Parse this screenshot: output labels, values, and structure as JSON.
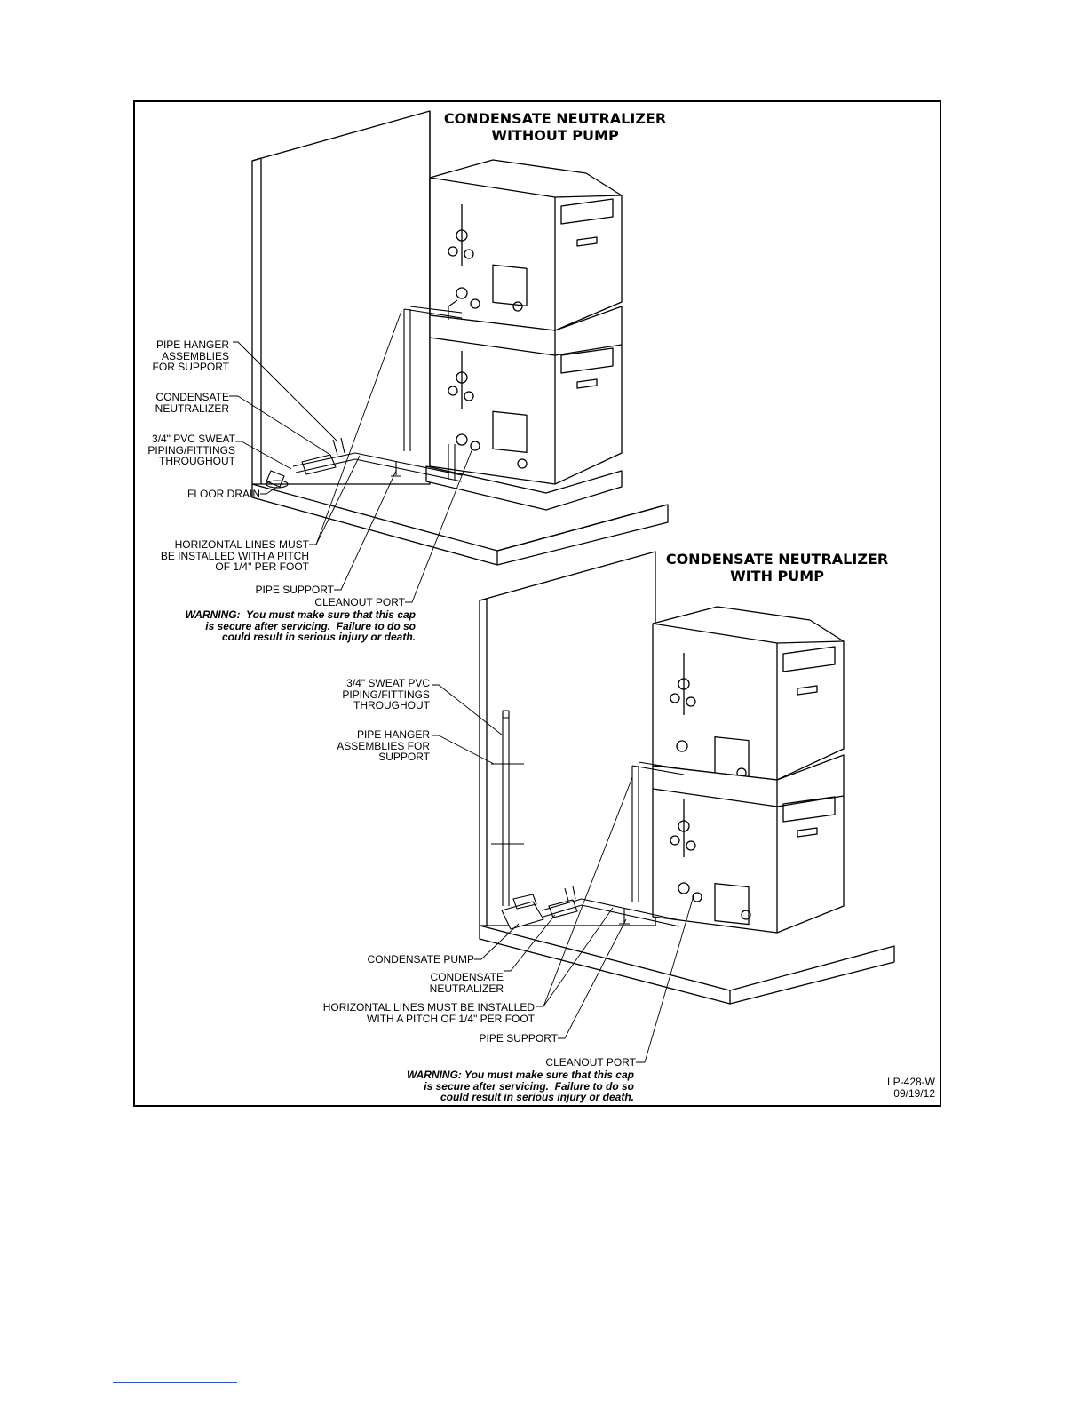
{
  "section_top": {
    "title_line1": "CONDENSATE NEUTRALIZER",
    "title_line2": "WITHOUT PUMP",
    "labels": {
      "pipe_hanger": "PIPE HANGER\nASSEMBLIES\nFOR SUPPORT",
      "neutralizer": "CONDENSATE\nNEUTRALIZER",
      "pvc": "3/4\" PVC SWEAT\nPIPING/FITTINGS\nTHROUGHOUT",
      "floor_drain": "FLOOR DRAIN",
      "horizontal": "HORIZONTAL LINES MUST\nBE INSTALLED WITH A PITCH\nOF 1/4\" PER FOOT",
      "pipe_support": "PIPE SUPPORT",
      "cleanout": "CLEANOUT PORT"
    },
    "warning": "WARNING:  You must make sure that this cap\nis secure after servicing.  Failure to do so\ncould result in serious injury or death."
  },
  "section_bottom": {
    "title_line1": "CONDENSATE NEUTRALIZER",
    "title_line2": "WITH PUMP",
    "labels": {
      "pvc": "3/4\" SWEAT PVC\nPIPING/FITTINGS\nTHROUGHOUT",
      "pipe_hanger": "PIPE HANGER\nASSEMBLIES FOR\nSUPPORT",
      "pump": "CONDENSATE PUMP",
      "neutralizer": "CONDENSATE\nNEUTRALIZER",
      "horizontal": "HORIZONTAL LINES MUST BE INSTALLED\nWITH A PITCH OF 1/4\" PER FOOT",
      "pipe_support": "PIPE SUPPORT",
      "cleanout": "CLEANOUT PORT"
    },
    "warning": "WARNING: You must make sure that this cap\nis secure after servicing.  Failure to do so\ncould result in serious injury or death."
  },
  "drawing_code": "LP-428-W\n09/19/12"
}
